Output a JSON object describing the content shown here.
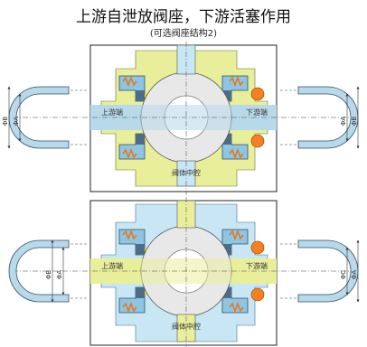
{
  "title": "上游自泄放阀座，下游活塞作用",
  "subtitle": "(可选阀座结构2)",
  "top": {
    "upstream_label": "上游端",
    "downstream_label": "下游端",
    "cavity_label": "阀体中腔",
    "left_dims": [
      "ΦB",
      "ΦA"
    ],
    "right_dims": [
      "ΦA",
      "ΦB"
    ]
  },
  "bottom": {
    "upstream_label": "上游端",
    "downstream_label": "下游端",
    "cavity_label": "阀体中腔",
    "left_dims": [
      "ΦB",
      "ΦA"
    ],
    "right_dims": [
      "ΦC",
      "ΦA"
    ]
  },
  "colors": {
    "body_green": "#e9ee9a",
    "body_blue": "#c8e6f4",
    "passage_blue": "#b7d9ea",
    "ring_blue": "#8ec5e2",
    "seat_dark": "#4d6d86",
    "ball": "#e8e8e8",
    "spring_orange": "#e8781e",
    "oring_orange": "#f5801f"
  }
}
